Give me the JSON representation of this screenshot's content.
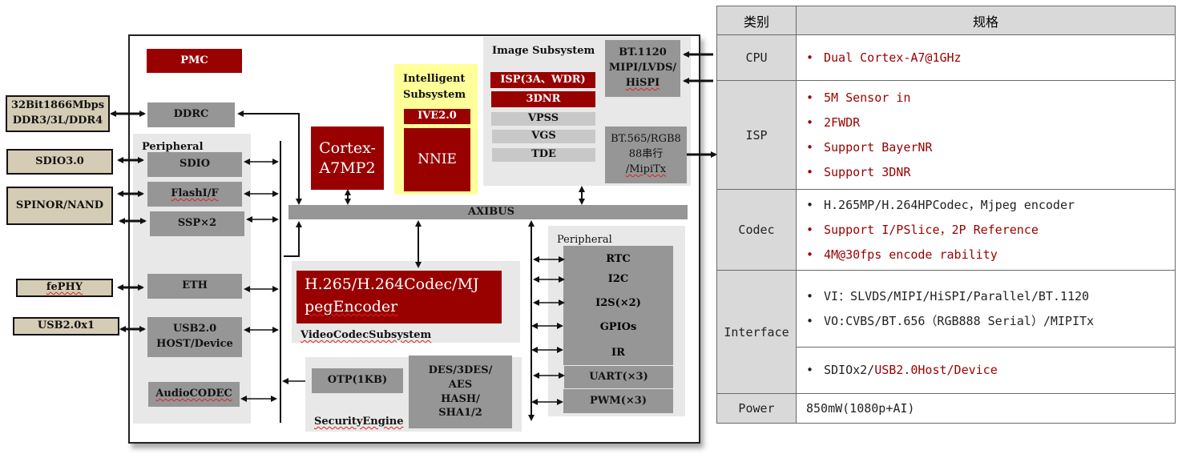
{
  "diagram": {
    "external": {
      "ddr": [
        "32Bit1866Mbps",
        "DDR3/3L/DDR4"
      ],
      "sdio": "SDIO3.0",
      "flash": "SPINOR/NAND",
      "phy": "fePHY",
      "usb": "USB2.0x1"
    },
    "pmc": "PMC",
    "ddrc": "DDRC",
    "left_peripheral": {
      "title": "Peripheral",
      "sdio": "SDIO",
      "flash_if": "FlashI/F",
      "ssp": "SSP×2",
      "eth": "ETH",
      "usb": [
        "USB2.0",
        "HOST/Device"
      ],
      "audio": "AudioCODEC"
    },
    "cpu": [
      "Cortex-",
      "A7MP2"
    ],
    "intelligent": {
      "title": [
        "Intelligent",
        "Subsystem"
      ],
      "ive": "IVE2.0",
      "nnie": "NNIE"
    },
    "image": {
      "title": "Image Subsystem",
      "isp": "ISP(3A、WDR)",
      "dnr": "3DNR",
      "vpss": "VPSS",
      "vgs": "VGS",
      "tde": "TDE",
      "vi": [
        "BT.1120",
        "MIPI/LVDS/",
        "HiSPI"
      ],
      "vo": [
        "BT.565/RGB8",
        "88串行",
        "/MipiTx"
      ]
    },
    "axibus": "AXIBUS",
    "video": {
      "codec": [
        "H.265/H.264Codec/MJ",
        "pegEncoder"
      ],
      "title": "VideoCodecSubsystem"
    },
    "security": {
      "otp": "OTP(1KB)",
      "crypto": [
        "DES/3DES/",
        "AES",
        "HASH/",
        "SHA1/2"
      ],
      "title": "SecurityEngine"
    },
    "right_peripheral": {
      "title": "Peripheral",
      "items": [
        "RTC",
        "I2C",
        "I2S(×2)",
        "GPIOs",
        "IR",
        "UART(×3)",
        "PWM(×3)"
      ]
    },
    "colors": {
      "red": "#990000",
      "gray": "#969696",
      "panel": "#e8e8e8",
      "tan": "#d4ccb4",
      "yellow": "#ffff99"
    }
  },
  "spec_table": {
    "headers": [
      "类别",
      "规格"
    ],
    "rows": [
      {
        "category": "CPU",
        "items": [
          {
            "text": "Dual Cortex-A7@1GHz",
            "color": "red"
          }
        ]
      },
      {
        "category": "ISP",
        "items": [
          {
            "text": "5M Sensor in",
            "color": "red"
          },
          {
            "text": "2FWDR",
            "color": "red"
          },
          {
            "text": "Support BayerNR",
            "color": "red"
          },
          {
            "text": "Support 3DNR",
            "color": "red"
          }
        ]
      },
      {
        "category": "Codec",
        "items": [
          {
            "text": "H.265MP/H.264HPCodec，Mjpeg encoder",
            "color": "black"
          },
          {
            "text": "Support I/PSlice，2P Reference",
            "color": "red"
          },
          {
            "text": "4M@30fps encode rability",
            "color": "red"
          }
        ]
      },
      {
        "category": "Interface",
        "items": [
          {
            "text": "VI：SLVDS/MIPI/HiSPI/Parallel/BT.1120",
            "color": "black"
          },
          {
            "text": "VO:CVBS/BT.656（RGB888 Serial）/MIPITx",
            "color": "black"
          }
        ],
        "items2": [
          {
            "text_black": "SDIOx2/",
            "text_red": "USB2.0Host/Device"
          }
        ]
      },
      {
        "category": "Power",
        "value": "850mW(1080p+AI)"
      }
    ]
  }
}
